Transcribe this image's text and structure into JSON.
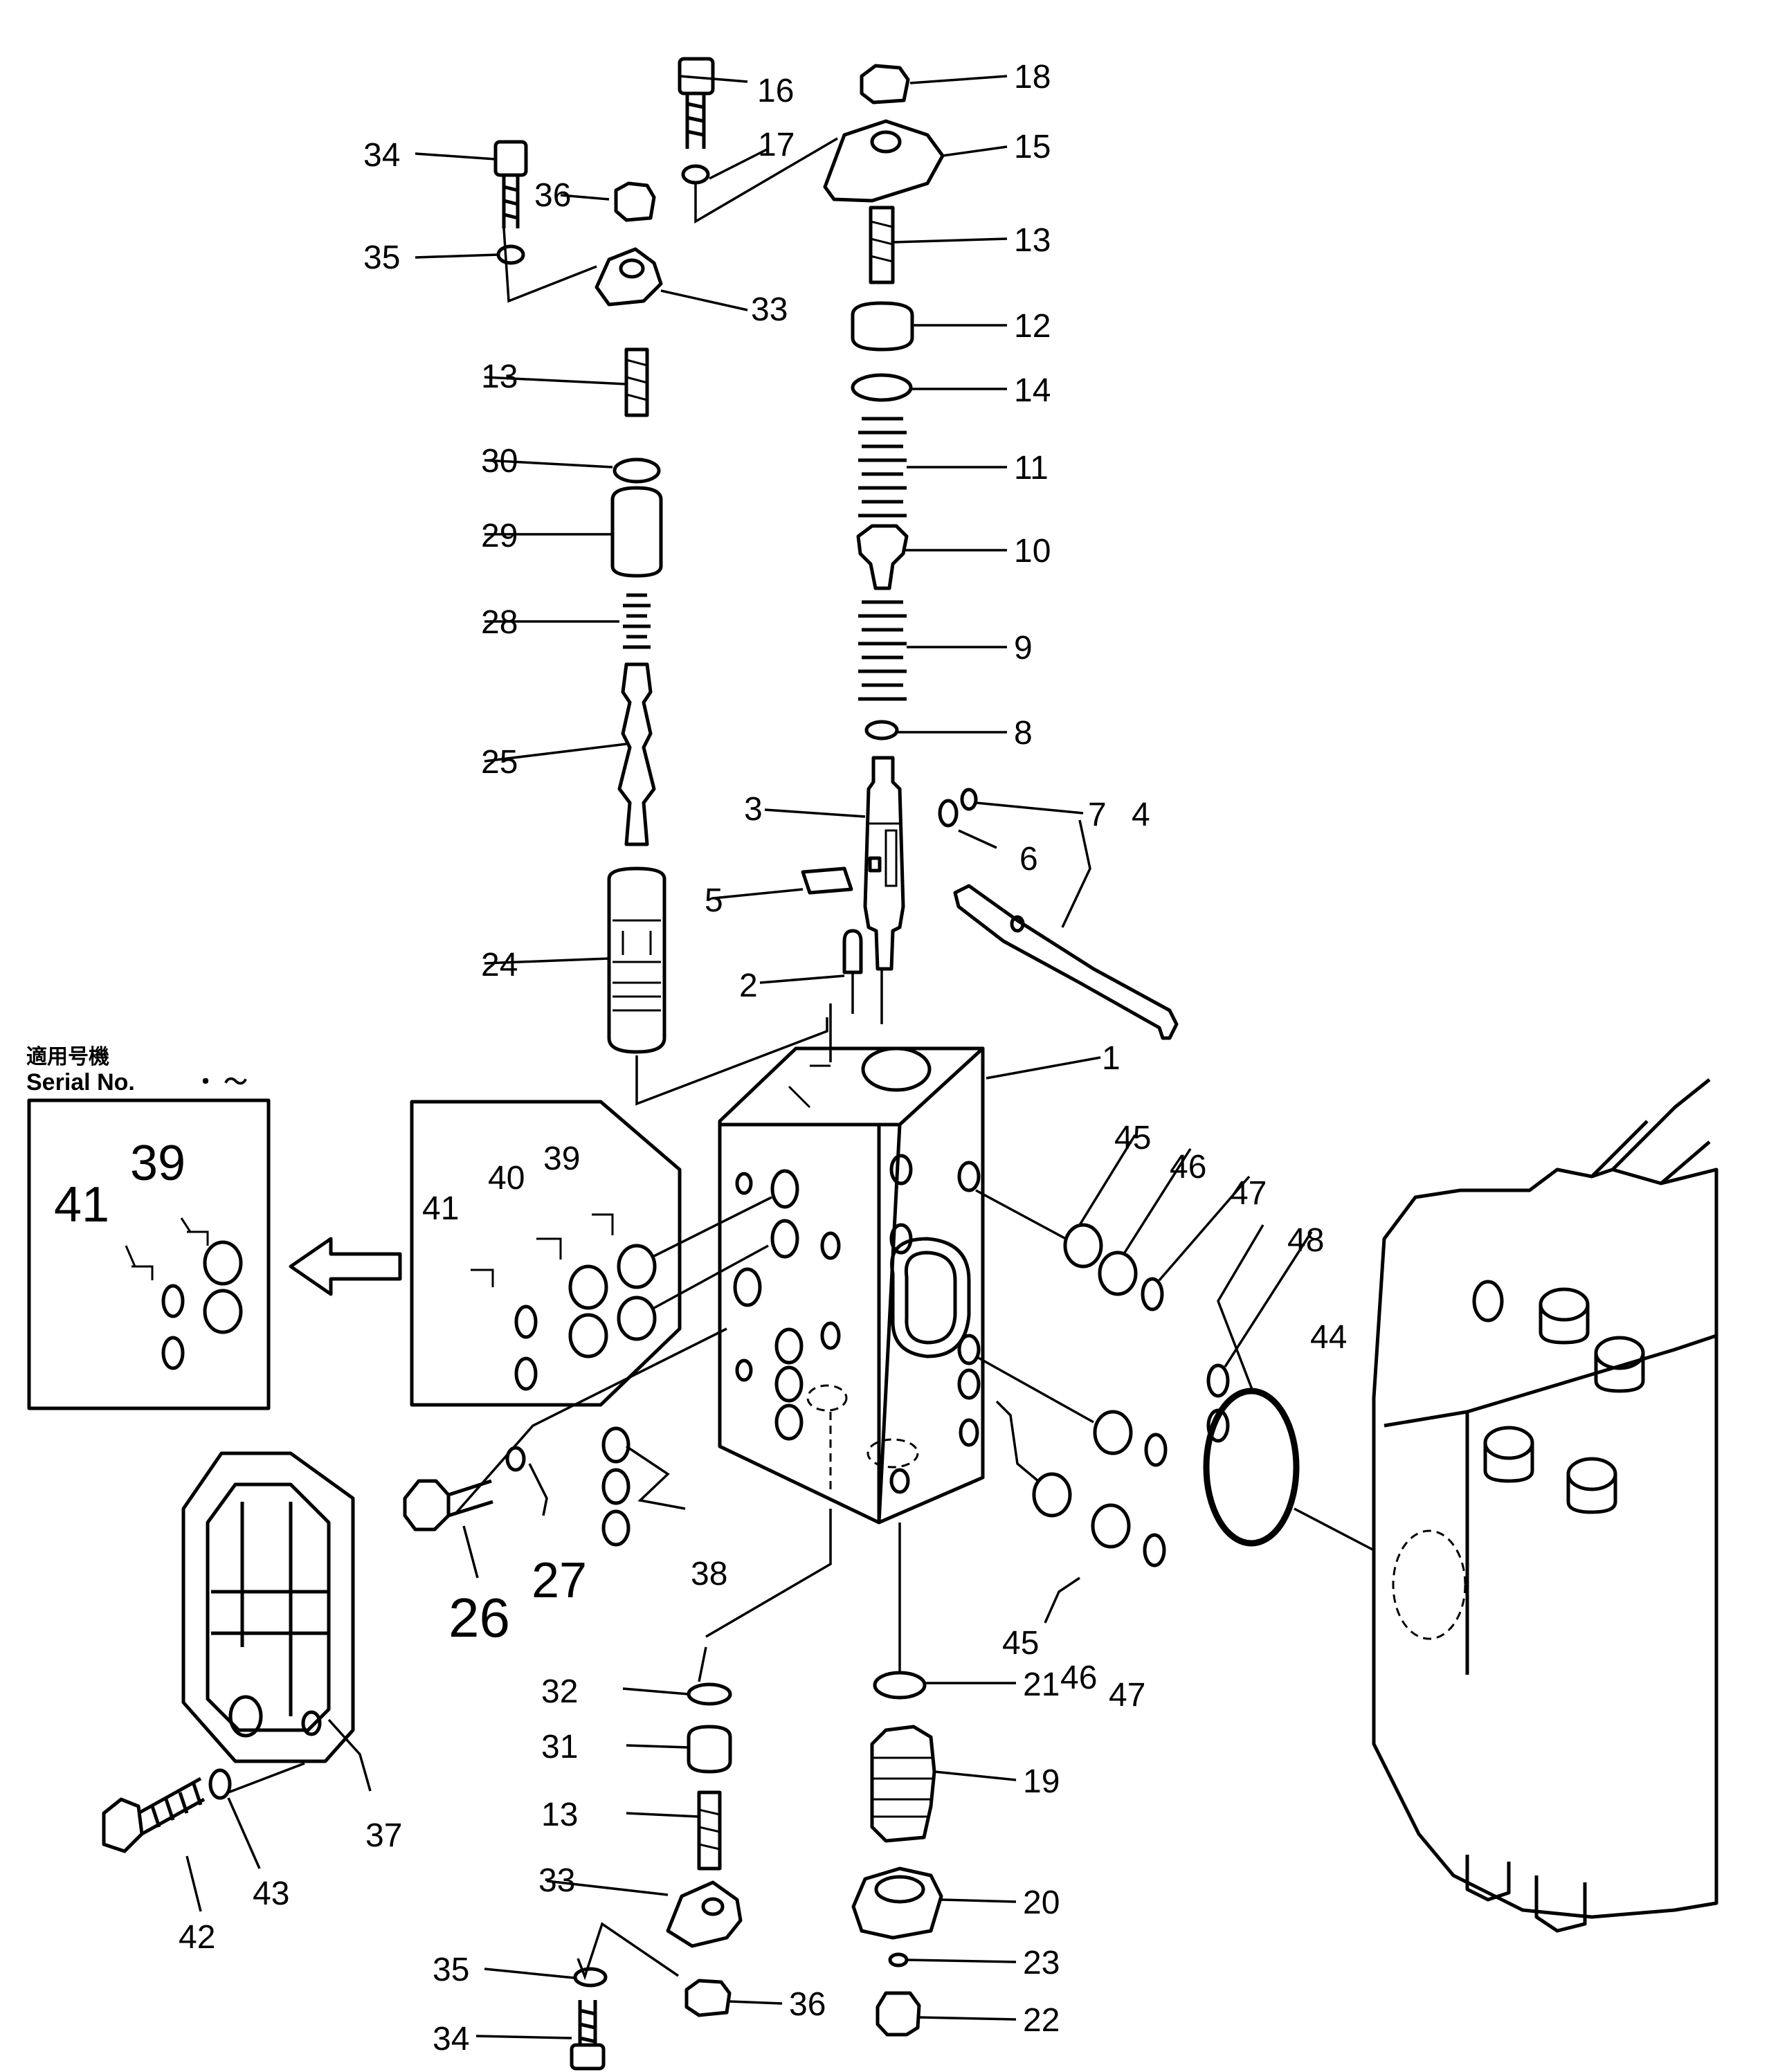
{
  "caption": {
    "serial_label_jp": "適用号機",
    "serial_label_en": "Serial  No.",
    "serial_range": "・ ～"
  },
  "callouts": [
    {
      "id": "c16",
      "text": "16"
    },
    {
      "id": "c18",
      "text": "18"
    },
    {
      "id": "c34a",
      "text": "34"
    },
    {
      "id": "c17",
      "text": "17"
    },
    {
      "id": "c15",
      "text": "15"
    },
    {
      "id": "c36a",
      "text": "36"
    },
    {
      "id": "c13a",
      "text": "13"
    },
    {
      "id": "c35a",
      "text": "35"
    },
    {
      "id": "c33a",
      "text": "33"
    },
    {
      "id": "c12",
      "text": "12"
    },
    {
      "id": "c13b",
      "text": "13"
    },
    {
      "id": "c14",
      "text": "14"
    },
    {
      "id": "c30",
      "text": "30"
    },
    {
      "id": "c11",
      "text": "11"
    },
    {
      "id": "c29",
      "text": "29"
    },
    {
      "id": "c10",
      "text": "10"
    },
    {
      "id": "c28",
      "text": "28"
    },
    {
      "id": "c9",
      "text": "9"
    },
    {
      "id": "c8",
      "text": "8"
    },
    {
      "id": "c25",
      "text": "25"
    },
    {
      "id": "c3",
      "text": "3"
    },
    {
      "id": "c7",
      "text": "7"
    },
    {
      "id": "c4",
      "text": "4"
    },
    {
      "id": "c6",
      "text": "6"
    },
    {
      "id": "c5",
      "text": "5"
    },
    {
      "id": "c24",
      "text": "24"
    },
    {
      "id": "c2",
      "text": "2"
    },
    {
      "id": "c1",
      "text": "1"
    },
    {
      "id": "c45a",
      "text": "45"
    },
    {
      "id": "c46a",
      "text": "46"
    },
    {
      "id": "c47a",
      "text": "47"
    },
    {
      "id": "c48",
      "text": "48"
    },
    {
      "id": "c44",
      "text": "44"
    },
    {
      "id": "c41a",
      "text": "41"
    },
    {
      "id": "c40",
      "text": "40"
    },
    {
      "id": "c39a",
      "text": "39"
    },
    {
      "id": "c39b",
      "text": "39"
    },
    {
      "id": "c41b",
      "text": "41"
    },
    {
      "id": "c26",
      "text": "26"
    },
    {
      "id": "c27",
      "text": "27"
    },
    {
      "id": "c38",
      "text": "38"
    },
    {
      "id": "c45b",
      "text": "45"
    },
    {
      "id": "c46b",
      "text": "46"
    },
    {
      "id": "c47b",
      "text": "47"
    },
    {
      "id": "c32",
      "text": "32"
    },
    {
      "id": "c21",
      "text": "21"
    },
    {
      "id": "c31",
      "text": "31"
    },
    {
      "id": "c19",
      "text": "19"
    },
    {
      "id": "c13c",
      "text": "13"
    },
    {
      "id": "c37",
      "text": "37"
    },
    {
      "id": "c42",
      "text": "42"
    },
    {
      "id": "c43",
      "text": "43"
    },
    {
      "id": "c33b",
      "text": "33"
    },
    {
      "id": "c20",
      "text": "20"
    },
    {
      "id": "c35b",
      "text": "35"
    },
    {
      "id": "c23",
      "text": "23"
    },
    {
      "id": "c36b",
      "text": "36"
    },
    {
      "id": "c34b",
      "text": "34"
    },
    {
      "id": "c22",
      "text": "22"
    }
  ]
}
